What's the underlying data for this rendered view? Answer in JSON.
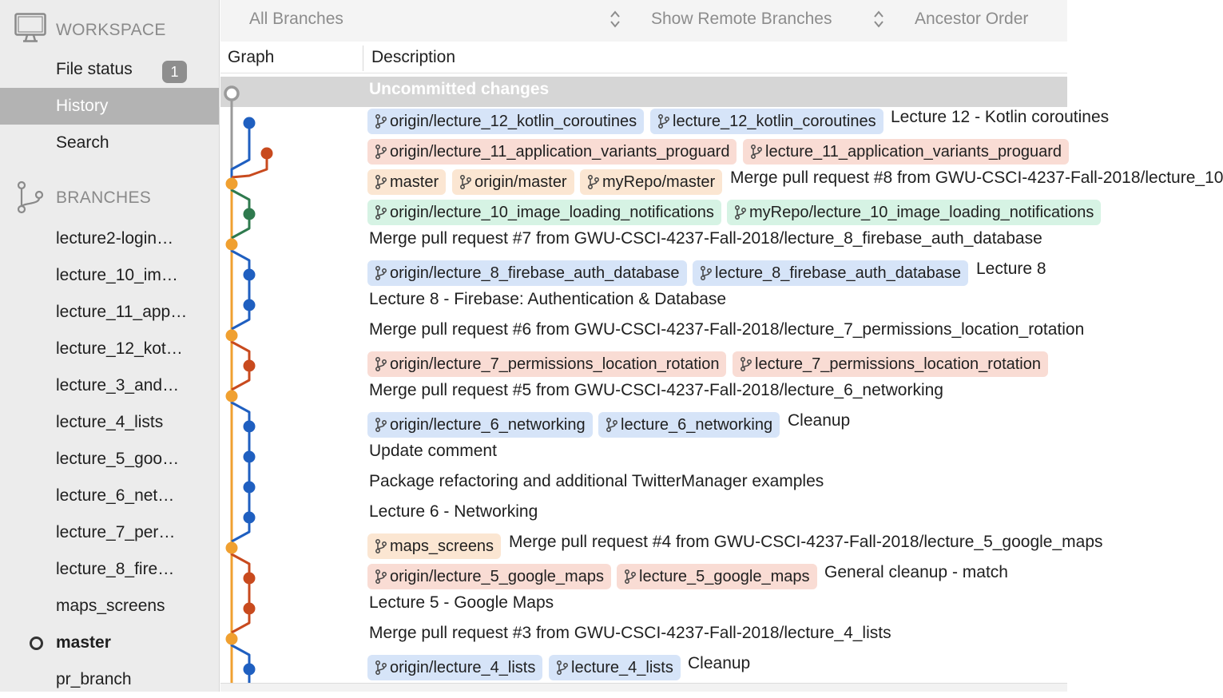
{
  "sidebar": {
    "workspace_title": "WORKSPACE",
    "workspace_items": [
      {
        "label": "File status",
        "badge": "1"
      },
      {
        "label": "History",
        "selected": true
      },
      {
        "label": "Search"
      }
    ],
    "branches_title": "BRANCHES",
    "branches": [
      "lecture2-login…",
      "lecture_10_im…",
      "lecture_11_app…",
      "lecture_12_kot…",
      "lecture_3_and…",
      "lecture_4_lists",
      "lecture_5_goo…",
      "lecture_6_net…",
      "lecture_7_per…",
      "lecture_8_fire…",
      "maps_screens",
      "master",
      "pr_branch"
    ],
    "current_branch": "master"
  },
  "toolbar": {
    "branch_filter": "All Branches",
    "remote_filter": "Show Remote Branches",
    "order_filter": "Ancestor Order"
  },
  "columns": {
    "graph": "Graph",
    "description": "Description"
  },
  "uncommitted_label": "Uncommitted changes",
  "colors": {
    "orange": "#f0a030",
    "blue": "#1f5fc0",
    "red": "#c84a1e",
    "green": "#2f7a4e",
    "gray": "#9a9a9a"
  },
  "commits": [
    {
      "tags": [
        {
          "text": "origin/lecture_12_kotlin_coroutines",
          "color": "blue"
        },
        {
          "text": "lecture_12_kotlin_coroutines",
          "color": "blue"
        }
      ],
      "message": "Lecture 12 - Kotlin coroutines"
    },
    {
      "tags": [
        {
          "text": "origin/lecture_11_application_variants_proguard",
          "color": "red"
        },
        {
          "text": "lecture_11_application_variants_proguard",
          "color": "red"
        }
      ],
      "message": ""
    },
    {
      "tags": [
        {
          "text": "master",
          "color": "orange"
        },
        {
          "text": "origin/master",
          "color": "orange"
        },
        {
          "text": "myRepo/master",
          "color": "orange"
        }
      ],
      "message": "Merge pull request #8 from GWU-CSCI-4237-Fall-2018/lecture_10"
    },
    {
      "tags": [
        {
          "text": "origin/lecture_10_image_loading_notifications",
          "color": "green"
        },
        {
          "text": "myRepo/lecture_10_image_loading_notifications",
          "color": "green"
        }
      ],
      "message": ""
    },
    {
      "tags": [],
      "message": "Merge pull request #7 from GWU-CSCI-4237-Fall-2018/lecture_8_firebase_auth_database"
    },
    {
      "tags": [
        {
          "text": "origin/lecture_8_firebase_auth_database",
          "color": "blue"
        },
        {
          "text": "lecture_8_firebase_auth_database",
          "color": "blue"
        }
      ],
      "message": "Lecture 8"
    },
    {
      "tags": [],
      "message": "Lecture 8 - Firebase: Authentication & Database"
    },
    {
      "tags": [],
      "message": "Merge pull request #6 from GWU-CSCI-4237-Fall-2018/lecture_7_permissions_location_rotation"
    },
    {
      "tags": [
        {
          "text": "origin/lecture_7_permissions_location_rotation",
          "color": "red"
        },
        {
          "text": "lecture_7_permissions_location_rotation",
          "color": "red"
        }
      ],
      "message": ""
    },
    {
      "tags": [],
      "message": "Merge pull request #5 from GWU-CSCI-4237-Fall-2018/lecture_6_networking"
    },
    {
      "tags": [
        {
          "text": "origin/lecture_6_networking",
          "color": "blue"
        },
        {
          "text": "lecture_6_networking",
          "color": "blue"
        }
      ],
      "message": "Cleanup"
    },
    {
      "tags": [],
      "message": "Update comment"
    },
    {
      "tags": [],
      "message": "Package refactoring and additional TwitterManager examples"
    },
    {
      "tags": [],
      "message": "Lecture 6 - Networking"
    },
    {
      "tags": [
        {
          "text": "maps_screens",
          "color": "orange"
        }
      ],
      "message": "Merge pull request #4 from GWU-CSCI-4237-Fall-2018/lecture_5_google_maps"
    },
    {
      "tags": [
        {
          "text": "origin/lecture_5_google_maps",
          "color": "red"
        },
        {
          "text": "lecture_5_google_maps",
          "color": "red"
        }
      ],
      "message": "General cleanup - match"
    },
    {
      "tags": [],
      "message": "Lecture 5 - Google Maps"
    },
    {
      "tags": [],
      "message": "Merge pull request #3 from GWU-CSCI-4237-Fall-2018/lecture_4_lists"
    },
    {
      "tags": [
        {
          "text": "origin/lecture_4_lists",
          "color": "blue"
        },
        {
          "text": "lecture_4_lists",
          "color": "blue"
        }
      ],
      "message": "Cleanup"
    }
  ]
}
